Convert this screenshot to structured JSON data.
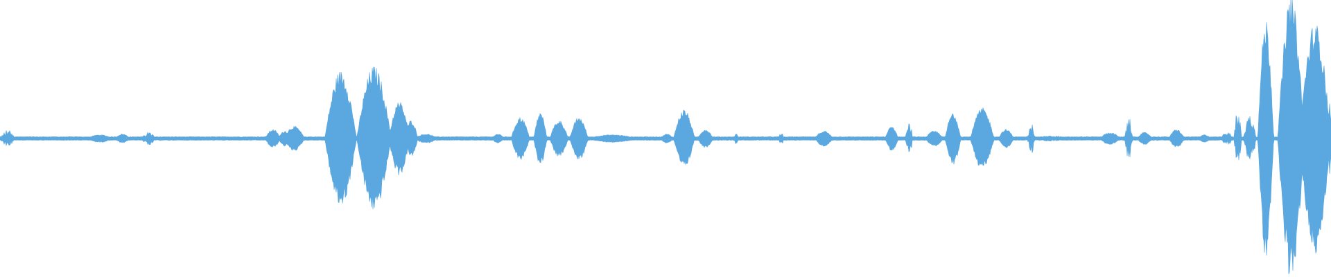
{
  "waveform": {
    "color": "#5ba8e0",
    "background": "#ffffff",
    "bursts": [
      {
        "at": 0.006,
        "width": 0.012,
        "amp": 0.06,
        "shape": "noise"
      },
      {
        "at": 0.075,
        "width": 0.02,
        "amp": 0.025,
        "shape": "smooth"
      },
      {
        "at": 0.092,
        "width": 0.012,
        "amp": 0.03,
        "shape": "smooth"
      },
      {
        "at": 0.112,
        "width": 0.012,
        "amp": 0.05,
        "shape": "noise"
      },
      {
        "at": 0.205,
        "width": 0.012,
        "amp": 0.06,
        "shape": "smooth"
      },
      {
        "at": 0.214,
        "width": 0.01,
        "amp": 0.05,
        "shape": "smooth"
      },
      {
        "at": 0.221,
        "width": 0.016,
        "amp": 0.08,
        "shape": "smooth"
      },
      {
        "at": 0.256,
        "width": 0.024,
        "amp": 0.44,
        "shape": "smooth"
      },
      {
        "at": 0.281,
        "width": 0.026,
        "amp": 0.47,
        "shape": "smooth"
      },
      {
        "at": 0.3,
        "width": 0.016,
        "amp": 0.24,
        "shape": "smooth"
      },
      {
        "at": 0.309,
        "width": 0.01,
        "amp": 0.12,
        "shape": "smooth"
      },
      {
        "at": 0.32,
        "width": 0.018,
        "amp": 0.03,
        "shape": "smooth"
      },
      {
        "at": 0.374,
        "width": 0.01,
        "amp": 0.03,
        "shape": "smooth"
      },
      {
        "at": 0.391,
        "width": 0.014,
        "amp": 0.14,
        "shape": "smooth"
      },
      {
        "at": 0.406,
        "width": 0.01,
        "amp": 0.17,
        "shape": "smooth"
      },
      {
        "at": 0.42,
        "width": 0.014,
        "amp": 0.12,
        "shape": "smooth"
      },
      {
        "at": 0.435,
        "width": 0.014,
        "amp": 0.14,
        "shape": "smooth"
      },
      {
        "at": 0.46,
        "width": 0.04,
        "amp": 0.025,
        "shape": "smooth"
      },
      {
        "at": 0.501,
        "width": 0.01,
        "amp": 0.03,
        "shape": "smooth"
      },
      {
        "at": 0.514,
        "width": 0.016,
        "amp": 0.19,
        "shape": "smooth"
      },
      {
        "at": 0.53,
        "width": 0.012,
        "amp": 0.06,
        "shape": "smooth"
      },
      {
        "at": 0.553,
        "width": 0.004,
        "amp": 0.04,
        "shape": "noise"
      },
      {
        "at": 0.587,
        "width": 0.004,
        "amp": 0.05,
        "shape": "noise"
      },
      {
        "at": 0.619,
        "width": 0.014,
        "amp": 0.05,
        "shape": "smooth"
      },
      {
        "at": 0.67,
        "width": 0.01,
        "amp": 0.08,
        "shape": "smooth"
      },
      {
        "at": 0.683,
        "width": 0.006,
        "amp": 0.12,
        "shape": "noise"
      },
      {
        "at": 0.702,
        "width": 0.014,
        "amp": 0.05,
        "shape": "smooth"
      },
      {
        "at": 0.716,
        "width": 0.012,
        "amp": 0.17,
        "shape": "smooth"
      },
      {
        "at": 0.738,
        "width": 0.018,
        "amp": 0.2,
        "shape": "smooth"
      },
      {
        "at": 0.756,
        "width": 0.012,
        "amp": 0.06,
        "shape": "smooth"
      },
      {
        "at": 0.775,
        "width": 0.006,
        "amp": 0.12,
        "shape": "noise"
      },
      {
        "at": 0.79,
        "width": 0.03,
        "amp": 0.02,
        "shape": "noise"
      },
      {
        "at": 0.834,
        "width": 0.016,
        "amp": 0.04,
        "shape": "smooth"
      },
      {
        "at": 0.848,
        "width": 0.006,
        "amp": 0.16,
        "shape": "noise"
      },
      {
        "at": 0.86,
        "width": 0.012,
        "amp": 0.04,
        "shape": "smooth"
      },
      {
        "at": 0.884,
        "width": 0.012,
        "amp": 0.06,
        "shape": "smooth"
      },
      {
        "at": 0.905,
        "width": 0.01,
        "amp": 0.025,
        "shape": "smooth"
      },
      {
        "at": 0.922,
        "width": 0.01,
        "amp": 0.05,
        "shape": "noise"
      },
      {
        "at": 0.93,
        "width": 0.006,
        "amp": 0.2,
        "shape": "noise"
      },
      {
        "at": 0.939,
        "width": 0.01,
        "amp": 0.18,
        "shape": "noise"
      },
      {
        "at": 0.951,
        "width": 0.012,
        "amp": 0.78,
        "shape": "smooth"
      },
      {
        "at": 0.97,
        "width": 0.02,
        "amp": 0.92,
        "shape": "smooth"
      },
      {
        "at": 0.988,
        "width": 0.024,
        "amp": 0.75,
        "shape": "smooth"
      },
      {
        "at": 0.998,
        "width": 0.006,
        "amp": 0.3,
        "shape": "noise"
      }
    ],
    "baseline_noise": 0.012
  }
}
